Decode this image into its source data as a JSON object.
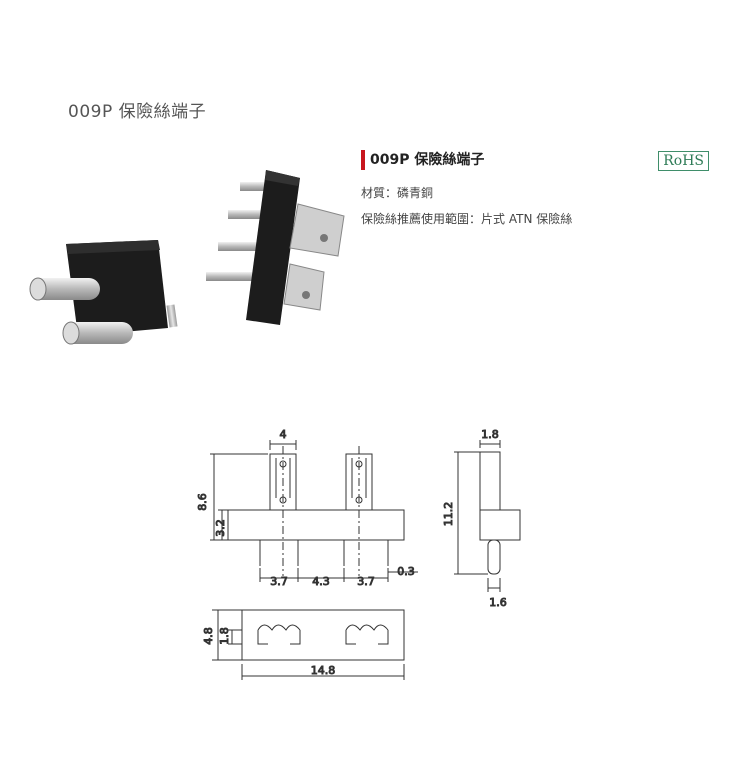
{
  "page": {
    "title": "009P 保險絲端子"
  },
  "product": {
    "name": "009P 保險絲端子",
    "badge": "RoHS",
    "specs": [
      {
        "label": "材質：",
        "value": "磷青銅"
      },
      {
        "label": "保險絲推薦使用範圍：",
        "value": "片式 ATN 保險絲"
      }
    ]
  },
  "drawing": {
    "dimensions": {
      "top_width": "4",
      "height_total": "8.6",
      "height_body": "3.2",
      "pitch_left": "3.7",
      "pitch_mid": "4.3",
      "pitch_right": "3.7",
      "pin_thickness": "0.3",
      "side_width": "1.8",
      "side_height": "11.2",
      "side_pin": "1.6",
      "bottom_depth_outer": "4.8",
      "bottom_depth_inner": "1.8",
      "bottom_length": "14.8"
    }
  },
  "colors": {
    "accent": "#c8161d",
    "rohs": "#2f7c57",
    "body": "#1a1a1a",
    "metal": "#c9c9c9"
  }
}
